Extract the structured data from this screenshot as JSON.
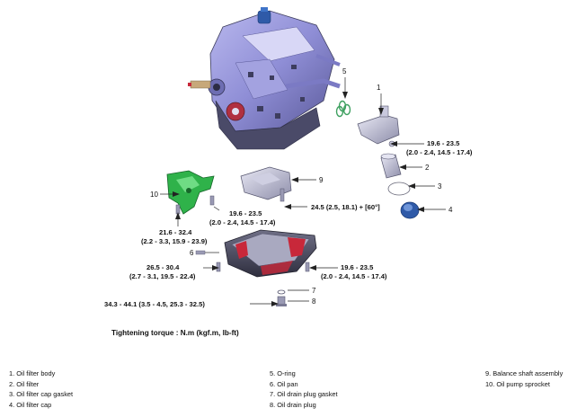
{
  "callouts": {
    "c1": "1",
    "c2": "2",
    "c3": "3",
    "c4": "4",
    "c5": "5",
    "c6": "6",
    "c7": "7",
    "c8": "8",
    "c9": "9",
    "c10": "10"
  },
  "torques": {
    "oil_filter_body": [
      "19.6 - 23.5",
      "(2.0 - 2.4, 14.5 - 17.4)"
    ],
    "balance_shaft": "24.5 (2.5, 18.1) + [60°]",
    "sprocket_right": [
      "19.6 - 23.5",
      "(2.0 - 2.4, 14.5 - 17.4)"
    ],
    "sprocket_left": [
      "21.6 - 32.4",
      "(2.2 - 3.3, 15.9 - 23.9)"
    ],
    "oil_pan_left": [
      "26.5 - 30.4",
      "(2.7 - 3.1, 19.5 - 22.4)"
    ],
    "oil_pan_right": [
      "19.6 - 23.5",
      "(2.0 - 2.4, 14.5 - 17.4)"
    ],
    "drain_plug": "34.3 - 44.1 (3.5 - 4.5, 25.3 - 32.5)"
  },
  "torque_note": "Tightening torque : N.m (kgf.m, lb-ft)",
  "legend": {
    "col1": [
      "1. Oil filter body",
      "2. Oil filter",
      "3. Oil filter cap gasket",
      "4. Oil filter cap"
    ],
    "col2": [
      "5. O-ring",
      "6. Oil pan",
      "7. Oil drain plug gasket",
      "8. Oil drain plug"
    ],
    "col3": [
      "9. Balance shaft assembly",
      "10. Oil pump sprocket"
    ]
  },
  "colors": {
    "engine": "#8f8ed6",
    "engine_dark": "#3d3d5e",
    "sprocket": "#2fb24a",
    "pan_red": "#c8283a",
    "filter_blue": "#2f5aa8"
  }
}
